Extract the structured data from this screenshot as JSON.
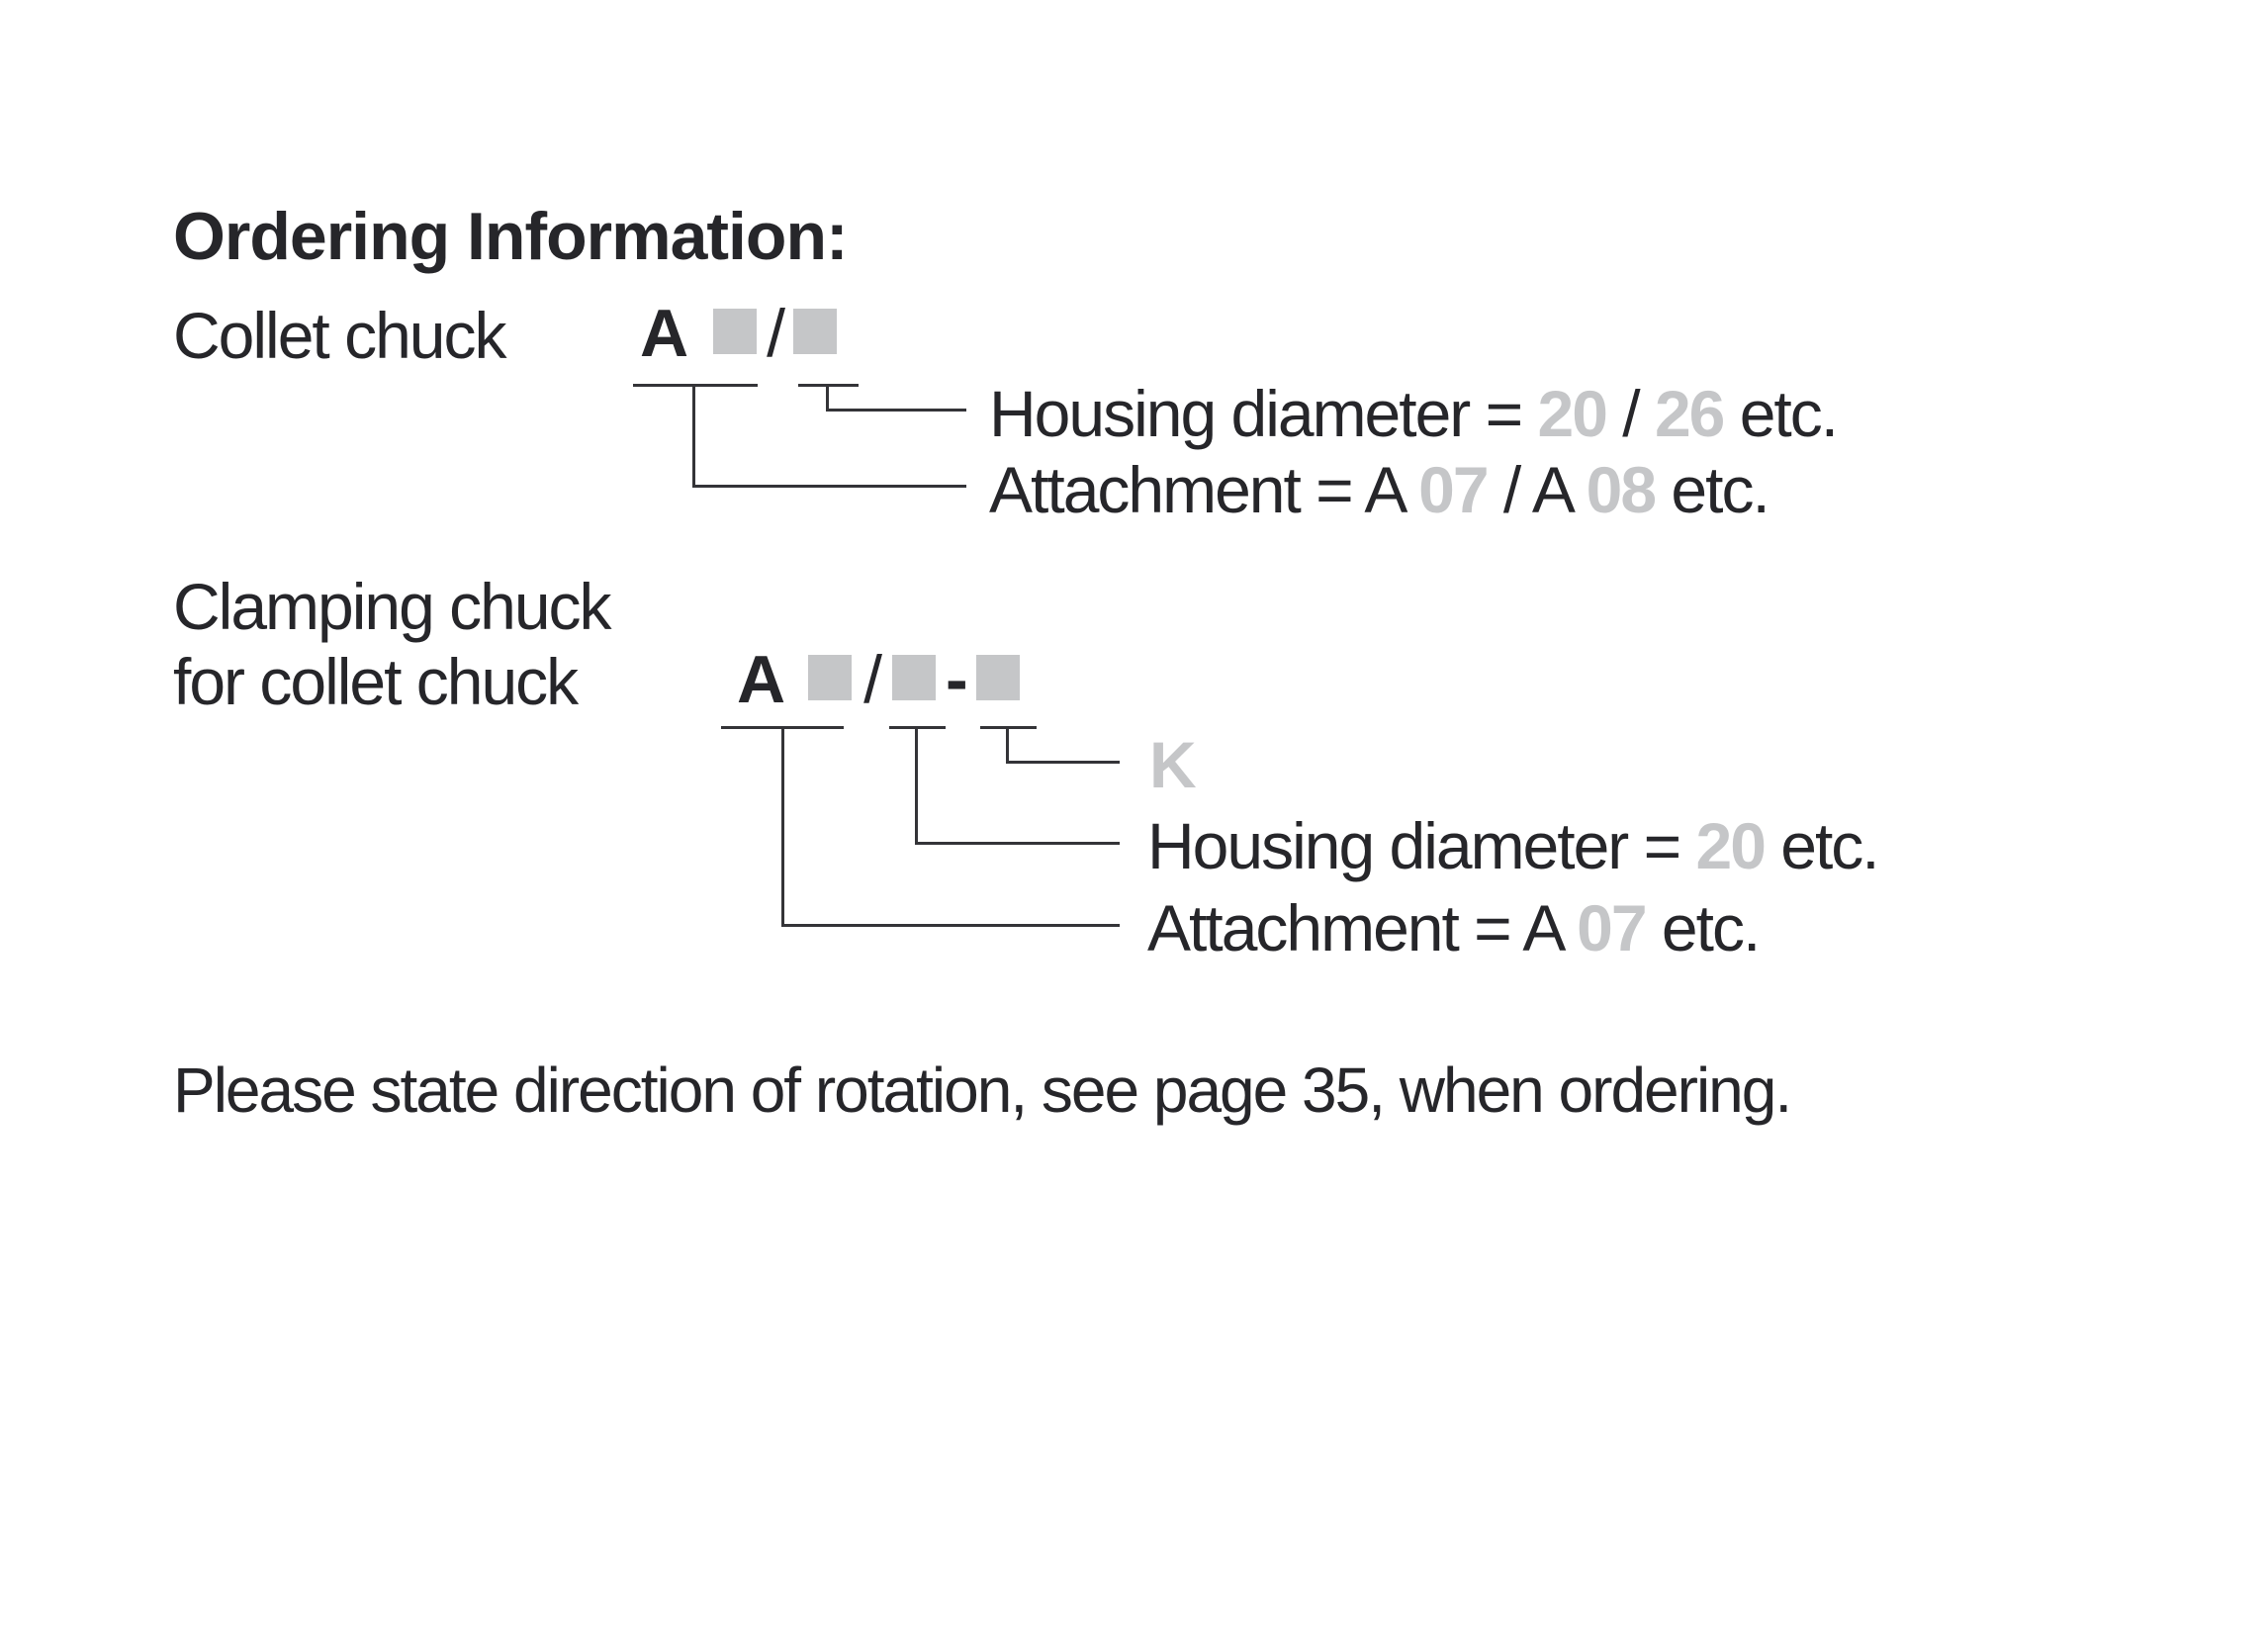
{
  "colors": {
    "text": "#26262a",
    "muted": "#c5c6c8",
    "line": "#343438",
    "bg": "#ffffff"
  },
  "title": "Ordering Information:",
  "collet": {
    "label": "Collet chuck",
    "code_prefix": "A",
    "code_slash": "/",
    "housing_label": {
      "pre": "Housing diameter = ",
      "v1": "20",
      "sep": " / ",
      "v2": "26",
      "post": " etc."
    },
    "attachment_label": {
      "pre": "Attachment = A ",
      "v1": "07",
      "sep": " / A ",
      "v2": "08",
      "post": " etc."
    }
  },
  "clamping": {
    "label_line1": "Clamping chuck",
    "label_line2": "for collet chuck",
    "code_prefix": "A",
    "code_slash": "/",
    "code_dash": "-",
    "k_value": "K",
    "housing_label": {
      "pre": "Housing diameter = ",
      "v1": "20",
      "post": " etc."
    },
    "attachment_label": {
      "pre": "Attachment = A ",
      "v1": "07",
      "post": " etc."
    }
  },
  "footer": "Please state direction of rotation, see page 35, when ordering."
}
